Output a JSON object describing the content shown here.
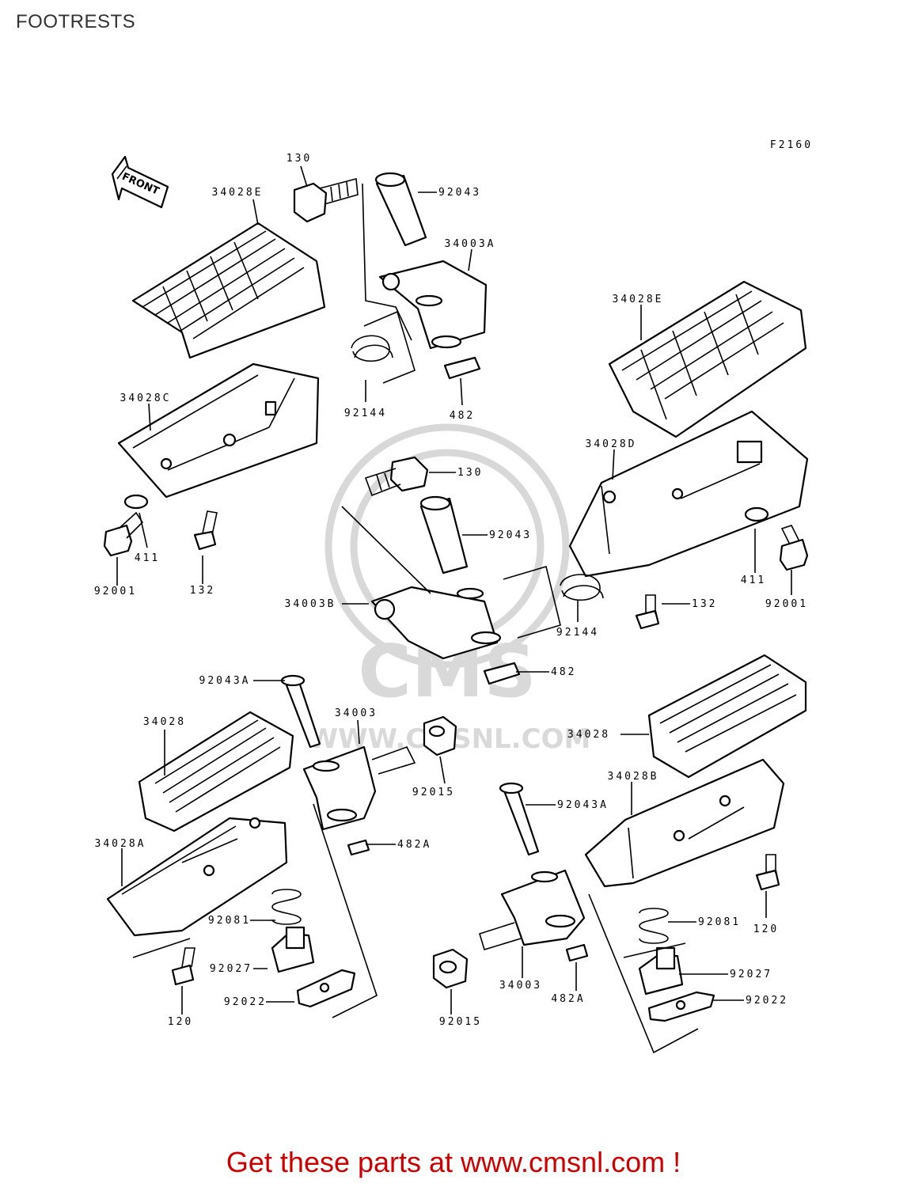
{
  "header": {
    "title": "FOOTRESTS"
  },
  "diagram": {
    "figure_code": "F2160",
    "direction_label": "FRONT",
    "watermark": {
      "brand": "CMS",
      "url": "WWW.CMSNL.COM"
    },
    "parts": [
      {
        "id": "130",
        "label": "130"
      },
      {
        "id": "92043-top",
        "label": "92043"
      },
      {
        "id": "34028E-left",
        "label": "34028E"
      },
      {
        "id": "34003A",
        "label": "34003A"
      },
      {
        "id": "34028E-right",
        "label": "34028E"
      },
      {
        "id": "34028C",
        "label": "34028C"
      },
      {
        "id": "92144-top",
        "label": "92144"
      },
      {
        "id": "482-top",
        "label": "482"
      },
      {
        "id": "130-mid",
        "label": "130"
      },
      {
        "id": "34028D",
        "label": "34028D"
      },
      {
        "id": "92043-mid",
        "label": "92043"
      },
      {
        "id": "411-left",
        "label": "411"
      },
      {
        "id": "411-right",
        "label": "411"
      },
      {
        "id": "92001-left",
        "label": "92001"
      },
      {
        "id": "132-left",
        "label": "132"
      },
      {
        "id": "92001-right",
        "label": "92001"
      },
      {
        "id": "34003B",
        "label": "34003B"
      },
      {
        "id": "132-right",
        "label": "132"
      },
      {
        "id": "92144-mid",
        "label": "92144"
      },
      {
        "id": "482-mid",
        "label": "482"
      },
      {
        "id": "92043A-left",
        "label": "92043A"
      },
      {
        "id": "34003-left",
        "label": "34003"
      },
      {
        "id": "34028-left",
        "label": "34028"
      },
      {
        "id": "34028-right",
        "label": "34028"
      },
      {
        "id": "92015-left",
        "label": "92015"
      },
      {
        "id": "34028B",
        "label": "34028B"
      },
      {
        "id": "92043A-right",
        "label": "92043A"
      },
      {
        "id": "34028A",
        "label": "34028A"
      },
      {
        "id": "482A-left",
        "label": "482A"
      },
      {
        "id": "92081-left",
        "label": "92081"
      },
      {
        "id": "92081-right",
        "label": "92081"
      },
      {
        "id": "120-right",
        "label": "120"
      },
      {
        "id": "92027-left",
        "label": "92027"
      },
      {
        "id": "92027-right",
        "label": "92027"
      },
      {
        "id": "34003-right",
        "label": "34003"
      },
      {
        "id": "482A-right",
        "label": "482A"
      },
      {
        "id": "92022-left",
        "label": "92022"
      },
      {
        "id": "92022-right",
        "label": "92022"
      },
      {
        "id": "120-left",
        "label": "120"
      },
      {
        "id": "92015-right",
        "label": "92015"
      }
    ]
  },
  "footer": {
    "text": "Get these parts at www.cmsnl.com !"
  }
}
